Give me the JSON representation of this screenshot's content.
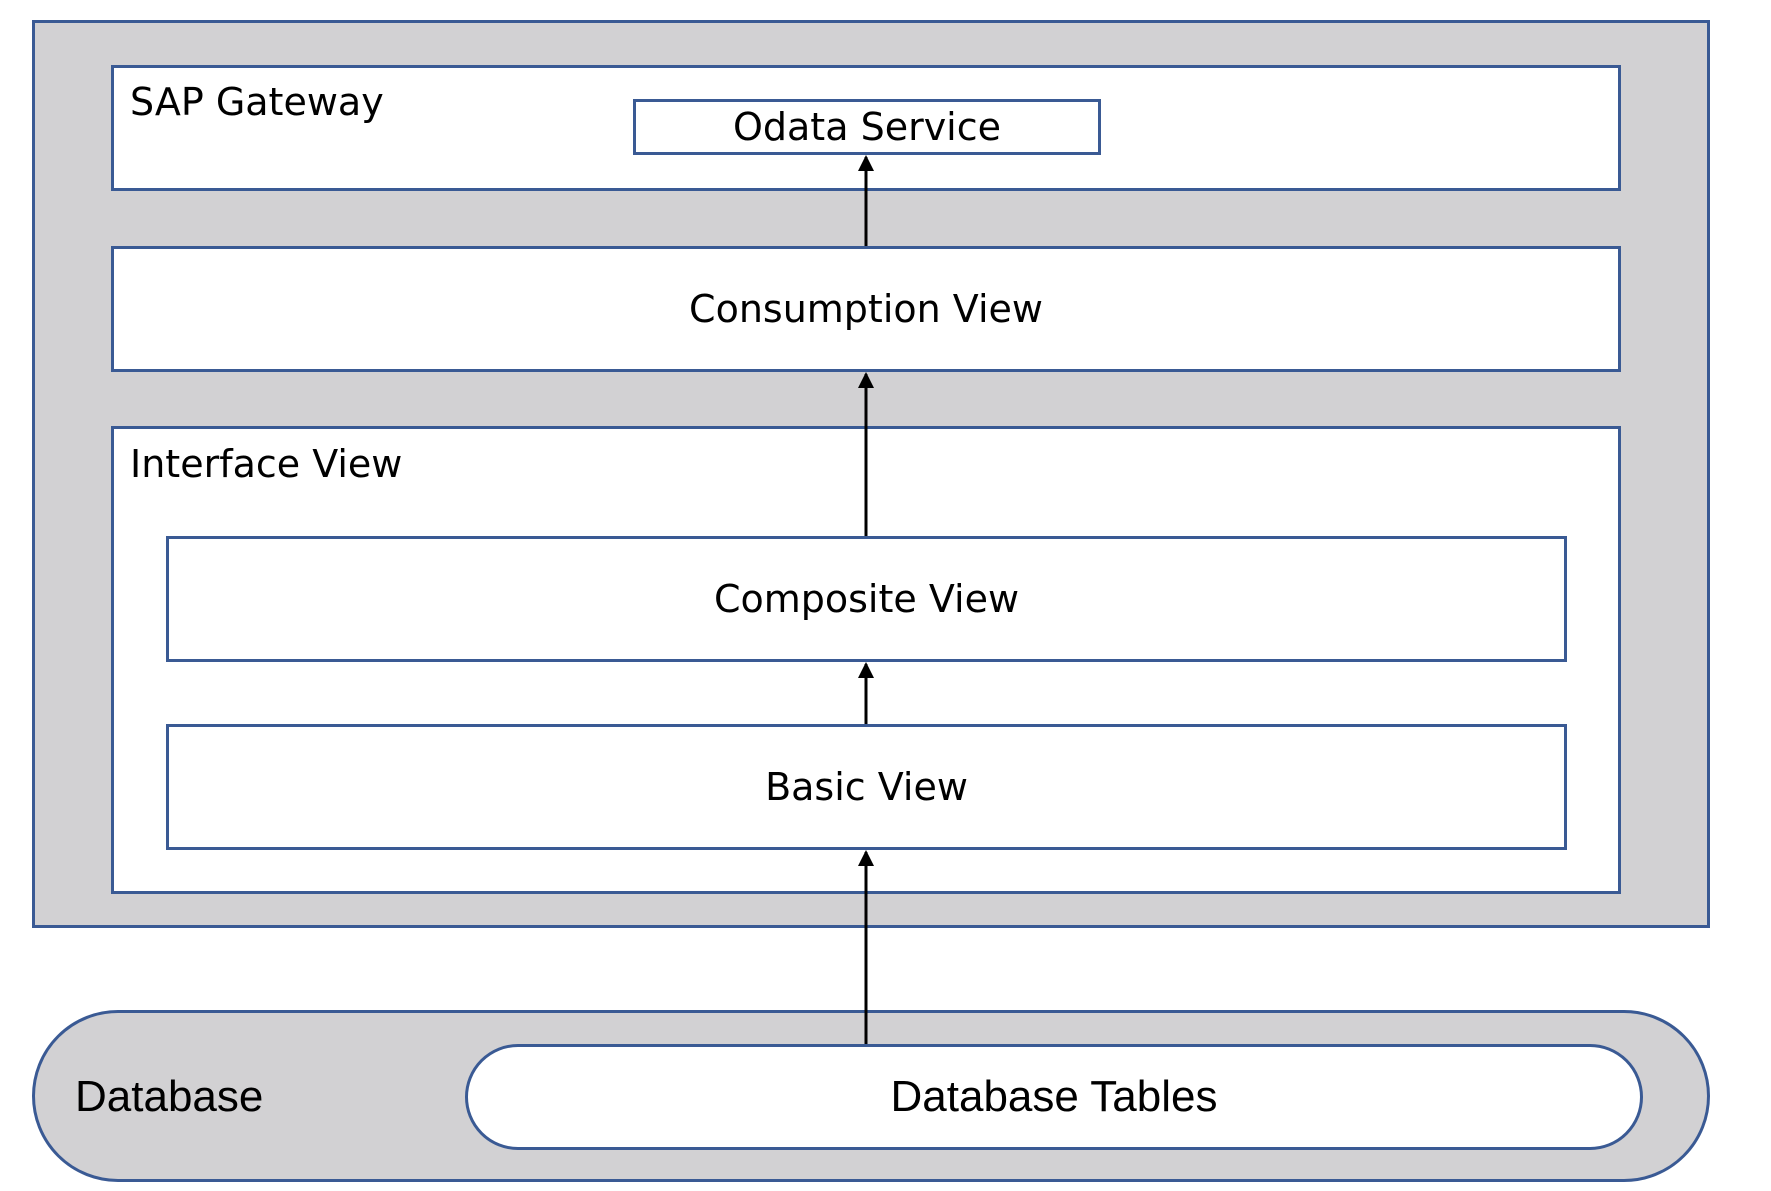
{
  "diagram": {
    "sap_gateway": {
      "label": "SAP Gateway"
    },
    "odata_service": {
      "label": "Odata Service"
    },
    "consumption_view": {
      "label": "Consumption View"
    },
    "interface_view": {
      "label": "Interface View"
    },
    "composite_view": {
      "label": "Composite View"
    },
    "basic_view": {
      "label": "Basic View"
    },
    "database": {
      "label": "Database"
    },
    "database_tables": {
      "label": "Database Tables"
    }
  },
  "colors": {
    "border": "#3a5a94",
    "container_fill": "#d2d1d3",
    "panel_fill": "#ffffff",
    "arrow": "#000000"
  }
}
